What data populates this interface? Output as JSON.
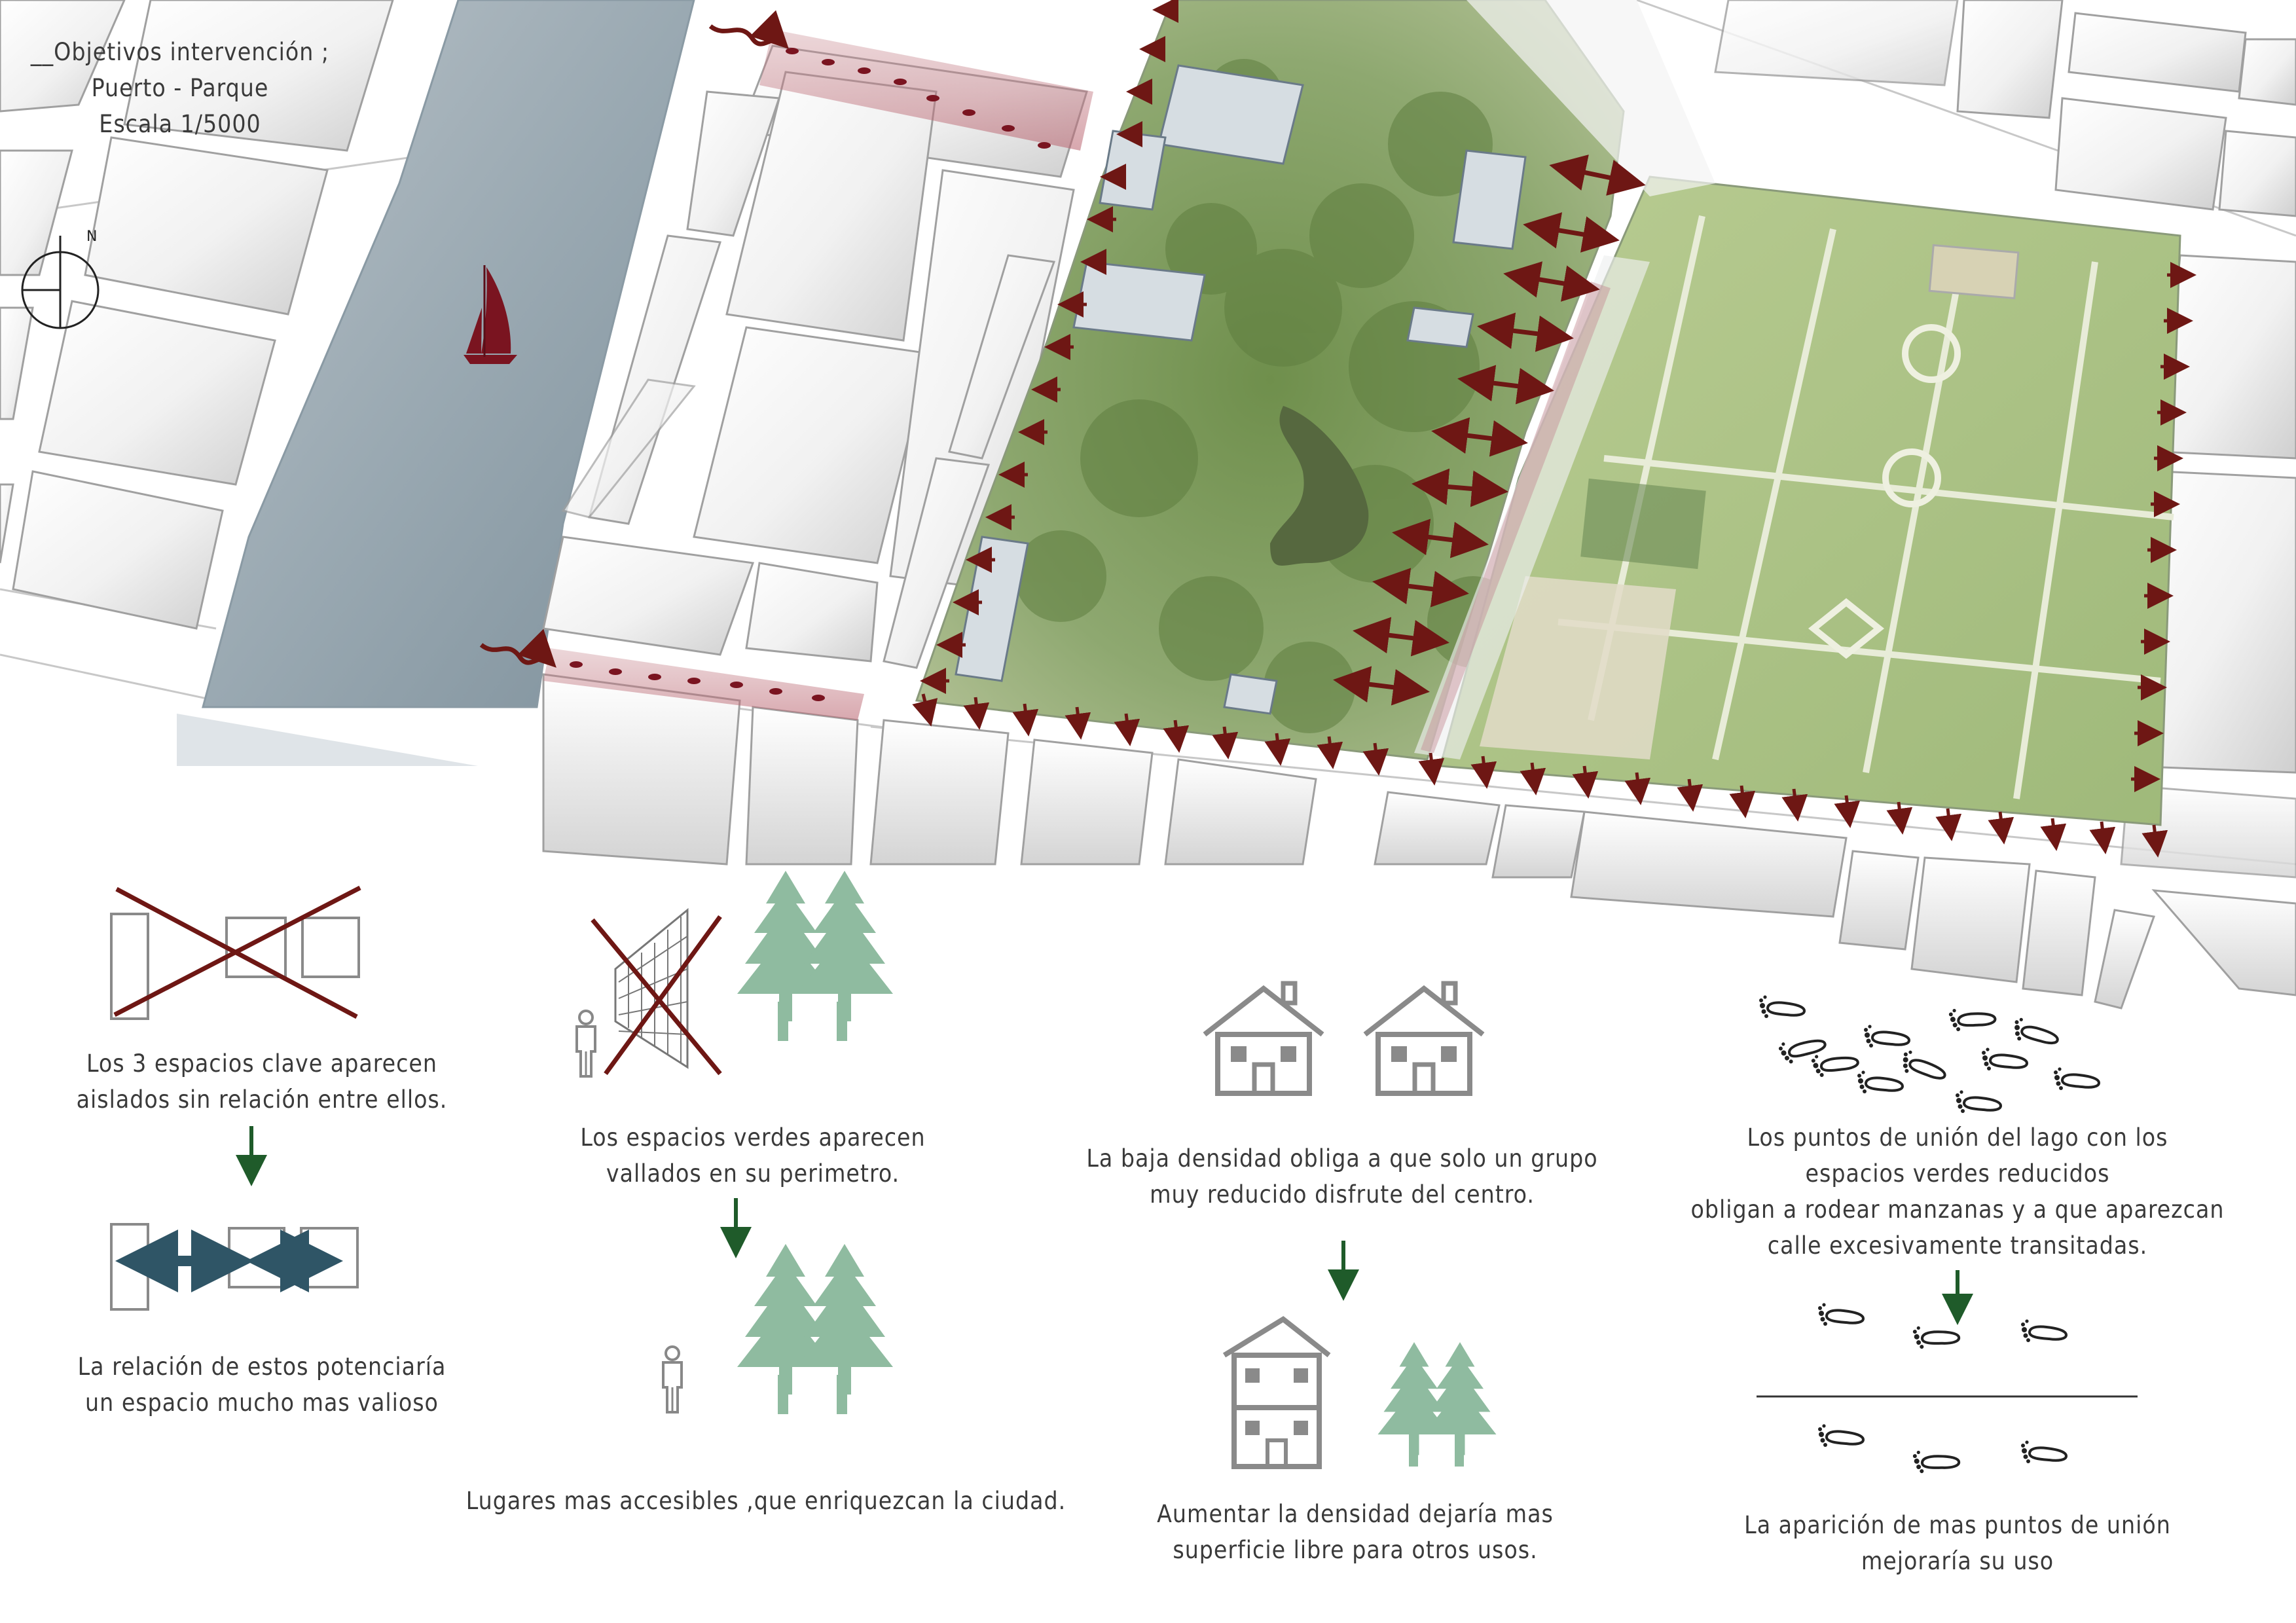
{
  "header": {
    "title_lines": [
      "__Objetivos intervención ;",
      "Puerto - Parque",
      "Escala 1/5000"
    ],
    "north_label": "N"
  },
  "colors": {
    "arrow_dark_red": "#6e1714",
    "boat": "#7a1420",
    "water": "#9aa9b2",
    "park_green": "#8fae6a",
    "tree_green": "#8fbba0",
    "double_arrow_blue": "#2f5566",
    "down_arrow_green": "#1f5b2a",
    "cross_red": "#6e1714"
  },
  "map": {
    "labels": {
      "river": "river",
      "park": "park",
      "boat": "sailboat"
    }
  },
  "panels": {
    "spaces": {
      "before": [
        "Los 3 espacios clave aparecen",
        "aislados sin relación entre ellos."
      ],
      "after": [
        "La relación de estos potenciaría",
        "un espacio mucho mas valioso"
      ]
    },
    "green": {
      "before": [
        "Los espacios verdes aparecen",
        "vallados en su perimetro."
      ],
      "after": [
        "Lugares mas accesibles ,que enriquezcan la ciudad."
      ]
    },
    "density": {
      "before": [
        "La baja densidad obliga a que solo un grupo",
        "muy reducido disfrute del centro."
      ],
      "after": [
        "Aumentar la densidad dejaría mas",
        "superficie libre para otros usos."
      ]
    },
    "links": {
      "before": [
        "Los puntos de unión del lago con los",
        "espacios verdes reducidos",
        "obligan a rodear manzanas y a que aparezcan",
        "calle excesivamente transitadas."
      ],
      "after": [
        "La aparición de mas puntos de unión",
        "mejoraría su uso"
      ]
    }
  }
}
